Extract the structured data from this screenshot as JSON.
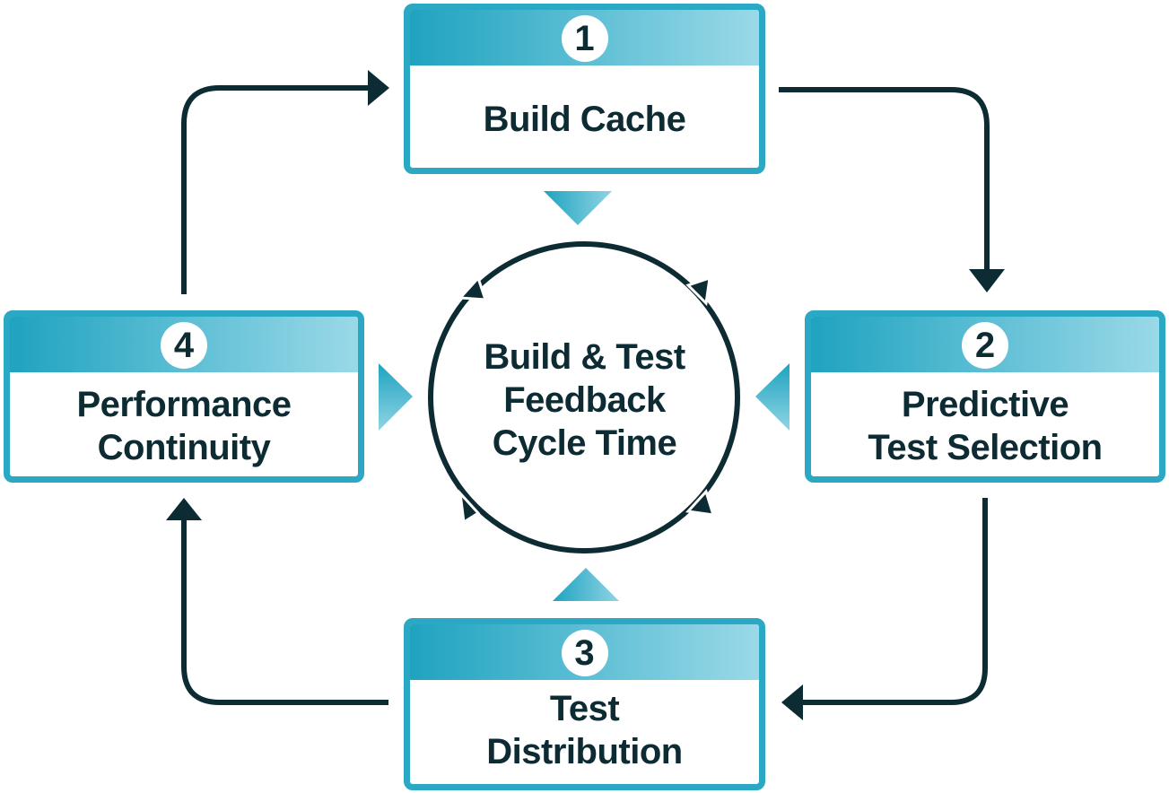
{
  "colors": {
    "accent_start": "#1fa3c0",
    "accent_end": "#9ad9e8",
    "border": "#2aa8c4",
    "ink": "#0d2b33"
  },
  "center": {
    "lines": [
      "Build & Test",
      "Feedback",
      "Cycle Time"
    ]
  },
  "steps": [
    {
      "number": "1",
      "lines": [
        "Build Cache"
      ]
    },
    {
      "number": "2",
      "lines": [
        "Predictive",
        "Test Selection"
      ]
    },
    {
      "number": "3",
      "lines": [
        "Test",
        "Distribution"
      ]
    },
    {
      "number": "4",
      "lines": [
        "Performance",
        "Continuity"
      ]
    }
  ]
}
